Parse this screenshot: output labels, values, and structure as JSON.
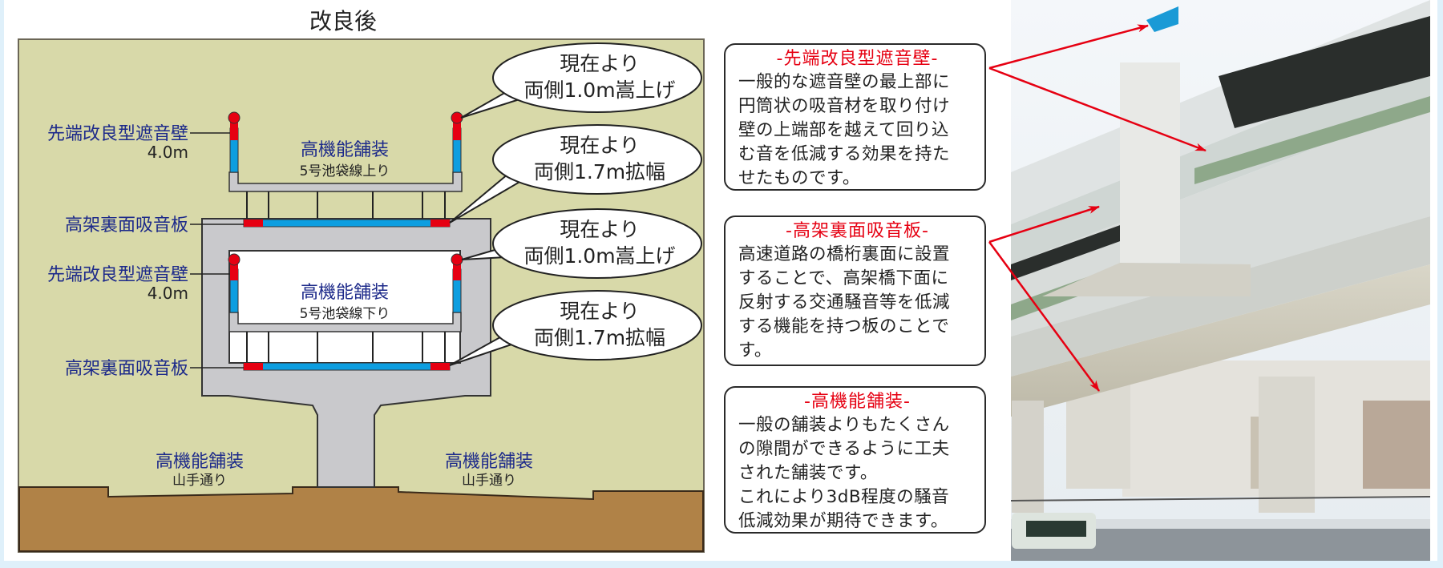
{
  "title": "改良後",
  "diagram": {
    "wall_label": "先端改良型遮音壁",
    "wall_height": "4.0m",
    "panel_label": "高架裏面吸音板",
    "pavement_label": "高機能舗装",
    "upper_route": "5号池袋線上り",
    "lower_route": "5号池袋線下り",
    "ground_route": "山手通り",
    "bubbles": [
      {
        "line1": "現在より",
        "line2": "両側1.0m嵩上げ"
      },
      {
        "line1": "現在より",
        "line2": "両側1.7m拡幅"
      },
      {
        "line1": "現在より",
        "line2": "両側1.0m嵩上げ"
      },
      {
        "line1": "現在より",
        "line2": "両側1.7m拡幅"
      }
    ]
  },
  "explanations": [
    {
      "title": "-先端改良型遮音壁-",
      "lines": [
        "一般的な遮音壁の最上部に",
        "円筒状の吸音材を取り付け",
        "壁の上端部を越えて回り込",
        "む音を低減する効果を持た",
        "せたものです。"
      ]
    },
    {
      "title": "-高架裏面吸音板-",
      "lines": [
        "高速道路の橋桁裏面に設置",
        "することで、高架橋下面に",
        "反射する交通騒音等を低減",
        "する機能を持つ板のことで",
        "す。"
      ]
    },
    {
      "title": "-高機能舗装-",
      "lines": [
        "一般の舗装よりもたくさん",
        "の隙間ができるように工夫",
        "された舗装です。",
        "これにより3dB程度の騒音",
        "低減効果が期待できます。"
      ]
    }
  ],
  "colors": {
    "accent_red": "#e60012",
    "absorber_blue": "#0d9ee0",
    "label_blue": "#1d2a8a",
    "diagram_bg": "#d8d9a9",
    "ground": "#b08247",
    "concrete": "#c9c9cc"
  }
}
